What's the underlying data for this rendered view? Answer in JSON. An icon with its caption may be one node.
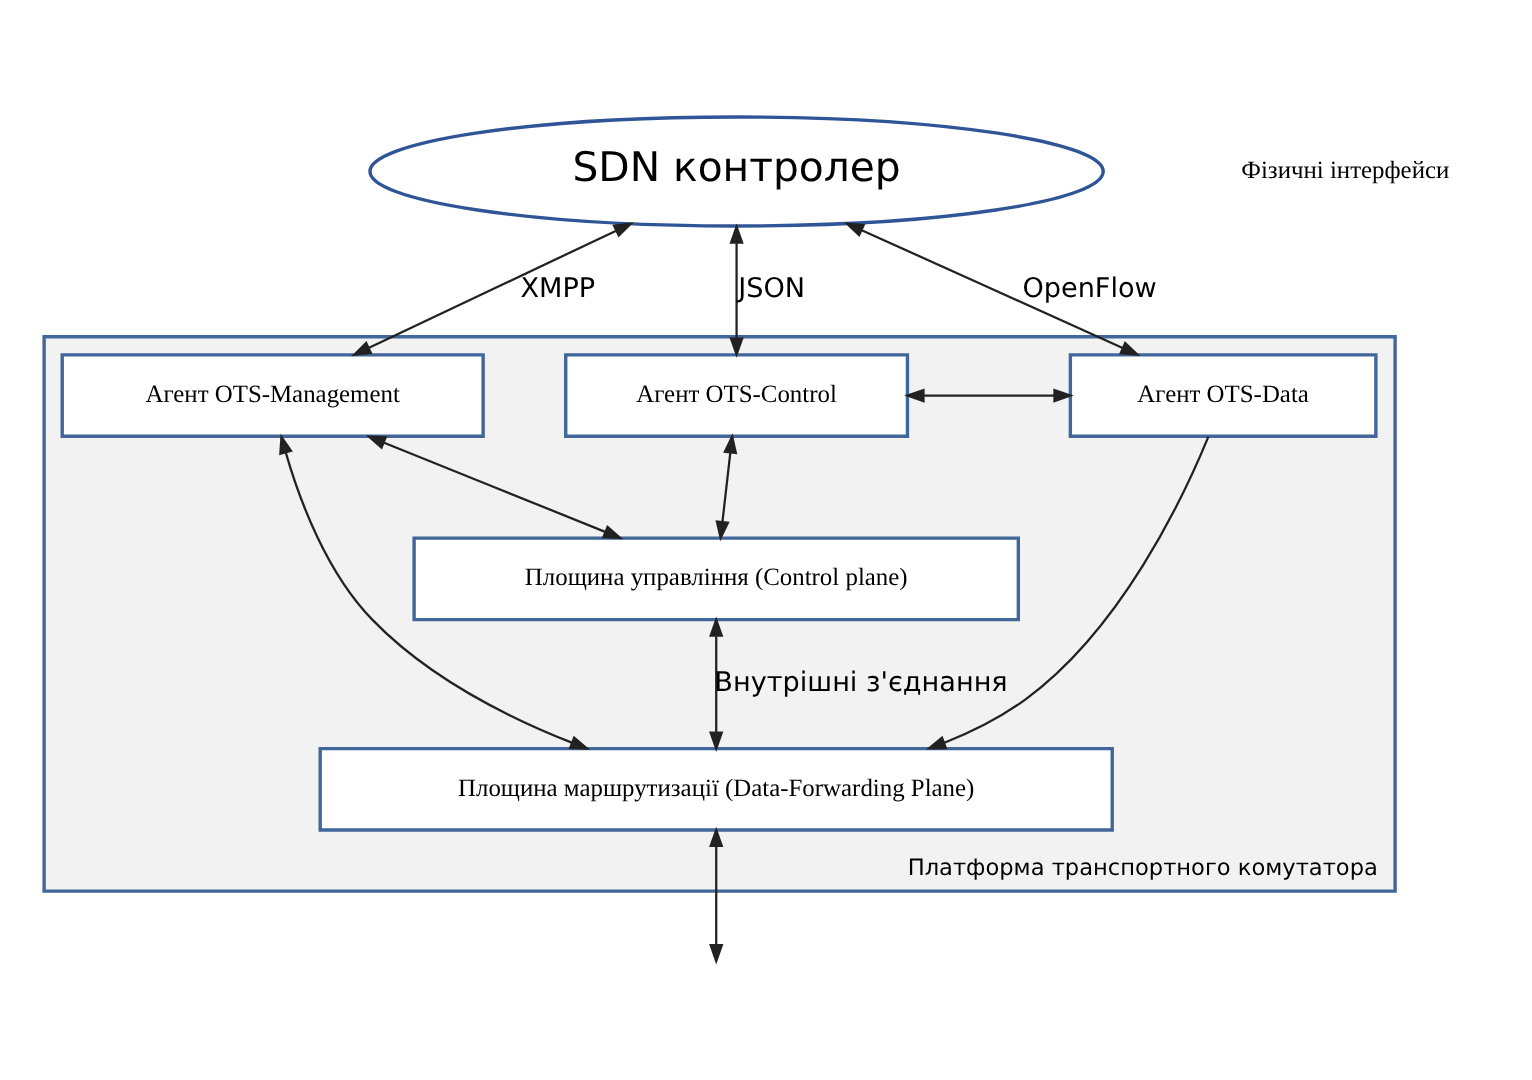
{
  "diagram": {
    "nodes": [
      {
        "text": [
          "SDN контролер"
        ]
      },
      {
        "text": [
          "Платформа транспортного комутатора"
        ]
      },
      {
        "text": [
          "Агент OTS-Management"
        ],
        "in": 1
      },
      {
        "text": [
          "Агент OTS-Control"
        ],
        "in": 1
      },
      {
        "text": [
          "Агент OTS-Data"
        ],
        "in": 1
      },
      {
        "text": [
          "Площина управління (Control plane)"
        ],
        "in": 1
      },
      {
        "text": [
          "Площина маршрутизації (Data-Forwarding Plane)"
        ],
        "in": 1
      }
    ],
    "edges": [
      {
        "from": 0,
        "to": 2,
        "arrow": "both",
        "label": "XMPP"
      },
      {
        "from": 0,
        "to": 3,
        "arrow": "both",
        "label": "JSON"
      },
      {
        "from": 0,
        "to": 4,
        "arrow": "both",
        "label": "OpenFlow"
      },
      {
        "from": 3,
        "to": 4,
        "arrow": "both"
      },
      {
        "from": 2,
        "to": 5,
        "arrow": "both"
      },
      {
        "from": 2,
        "to": 6,
        "arrow": "both"
      },
      {
        "from": 3,
        "to": 5,
        "arrow": "both"
      },
      {
        "from": 5,
        "to": 6,
        "arrow": "both",
        "label": "Внутрішні з'єднання"
      },
      {
        "from": 4,
        "to": 6,
        "arrow": "to"
      },
      {
        "from": 6,
        "to": null,
        "arrow": "both"
      }
    ],
    "labels": [
      "Фізичні інтерфейси"
    ]
  }
}
